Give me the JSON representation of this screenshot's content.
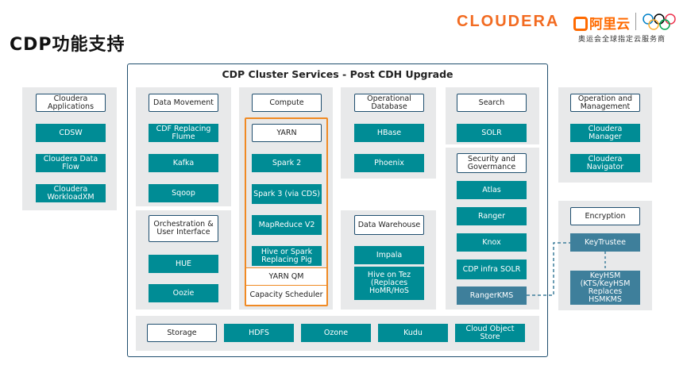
{
  "page": {
    "title": "CDP功能支持"
  },
  "branding": {
    "logo": "CLOUDERA",
    "partner": "阿里云",
    "sponsor": "奥运会全球指定云服务商"
  },
  "cluster": {
    "title": "CDP Cluster Services - Post CDH Upgrade"
  },
  "left_apps": {
    "header": "Cloudera Applications",
    "items": [
      "CDSW",
      "Cloudera Data Flow",
      "Cloudera WorkloadXM"
    ]
  },
  "data_movement": {
    "header": "Data Movement",
    "items": [
      "CDF Replacing Flume",
      "Kafka",
      "Sqoop"
    ]
  },
  "orchestration": {
    "header": "Orchestration & User Interface",
    "items": [
      "HUE",
      "Oozie"
    ]
  },
  "compute": {
    "header": "Compute",
    "yarn": "YARN",
    "items": [
      "Spark 2",
      "Spark 3 (via CDS)",
      "MapReduce V2",
      "Hive or Spark Replacing Pig"
    ],
    "yarn_qm": "YARN QM",
    "capacity": "Capacity Scheduler"
  },
  "operational_db": {
    "header": "Operational Database",
    "items": [
      "HBase",
      "Phoenix"
    ]
  },
  "data_warehouse": {
    "header": "Data Warehouse",
    "items": [
      "Impala",
      "Hive on Tez (Replaces HoMR/HoS"
    ]
  },
  "search": {
    "header": "Search",
    "items": [
      "SOLR"
    ]
  },
  "security": {
    "header": "Security and Govermance",
    "items": [
      "Atlas",
      "Ranger",
      "Knox",
      "CDP infra SOLR"
    ],
    "ranger_kms": "RangerKMS"
  },
  "operation": {
    "header": "Operation and Management",
    "items": [
      "Cloudera Manager",
      "Cloudera Navigator"
    ]
  },
  "encryption": {
    "header": "Encryption",
    "keytrustee": "KeyTrustee",
    "keyhsm": "KeyHSM (KTS/KeyHSM Replaces HSMKMS"
  },
  "storage": {
    "header": "Storage",
    "items": [
      "HDFS",
      "Ozone",
      "Kudu",
      "Cloud Object Store"
    ]
  }
}
